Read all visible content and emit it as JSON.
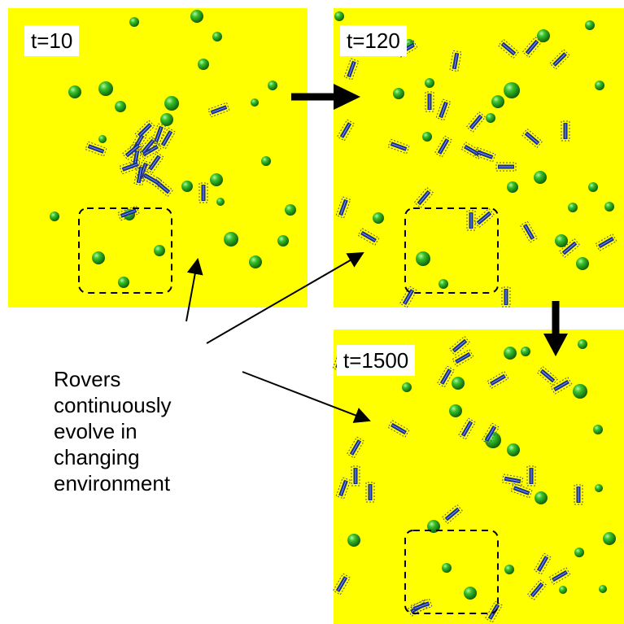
{
  "panels": [
    {
      "label": "t=10"
    },
    {
      "label": "t=120"
    },
    {
      "label": "t=1500"
    }
  ],
  "caption": "Rovers\ncontinuously\nevolve in\nchanging\nenvironment",
  "colors": {
    "environment": "#ffff00",
    "resource": "#22a022",
    "rover_body": "#1a2f8a",
    "arrow": "#000000"
  },
  "icons": {
    "resource": "green-sphere-icon",
    "rover": "rover-icon"
  }
}
